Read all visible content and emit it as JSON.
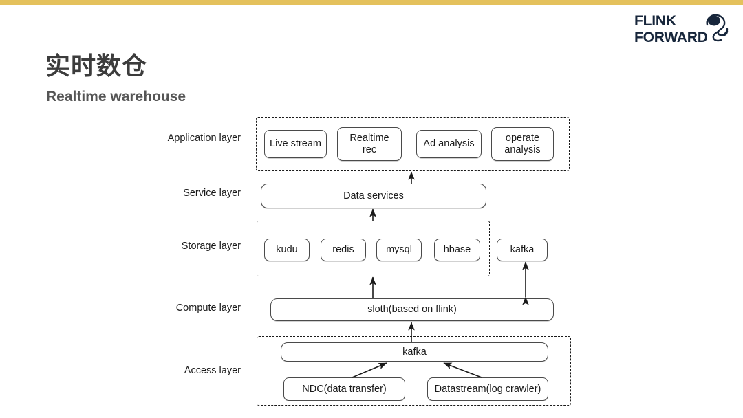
{
  "page": {
    "accent_bar_color": "#e4c15c",
    "background": "#ffffff"
  },
  "logo": {
    "line1": "FLINK",
    "line2": "FORWARD",
    "color": "#17263b",
    "icon": "squirrel-icon"
  },
  "heading": {
    "title_cn": "实时数仓",
    "title_en": "Realtime warehouse"
  },
  "diagram": {
    "layers": [
      {
        "id": "application",
        "label": "Application layer"
      },
      {
        "id": "service",
        "label": "Service layer"
      },
      {
        "id": "storage",
        "label": "Storage layer"
      },
      {
        "id": "compute",
        "label": "Compute layer"
      },
      {
        "id": "access",
        "label": "Access layer"
      }
    ],
    "application_nodes": [
      {
        "label": "Live stream"
      },
      {
        "label": "Realtime rec"
      },
      {
        "label": "Ad analysis"
      },
      {
        "label": "operate analysis"
      }
    ],
    "service_nodes": [
      {
        "label": "Data services"
      }
    ],
    "storage_nodes": [
      {
        "label": "kudu"
      },
      {
        "label": "redis"
      },
      {
        "label": "mysql"
      },
      {
        "label": "hbase"
      }
    ],
    "storage_external_nodes": [
      {
        "label": "kafka"
      }
    ],
    "compute_nodes": [
      {
        "label": "sloth(based on flink)"
      }
    ],
    "access_nodes": [
      {
        "label": "kafka"
      },
      {
        "label": "NDC(data transfer)"
      },
      {
        "label": "Datastream(log crawler)"
      }
    ]
  }
}
